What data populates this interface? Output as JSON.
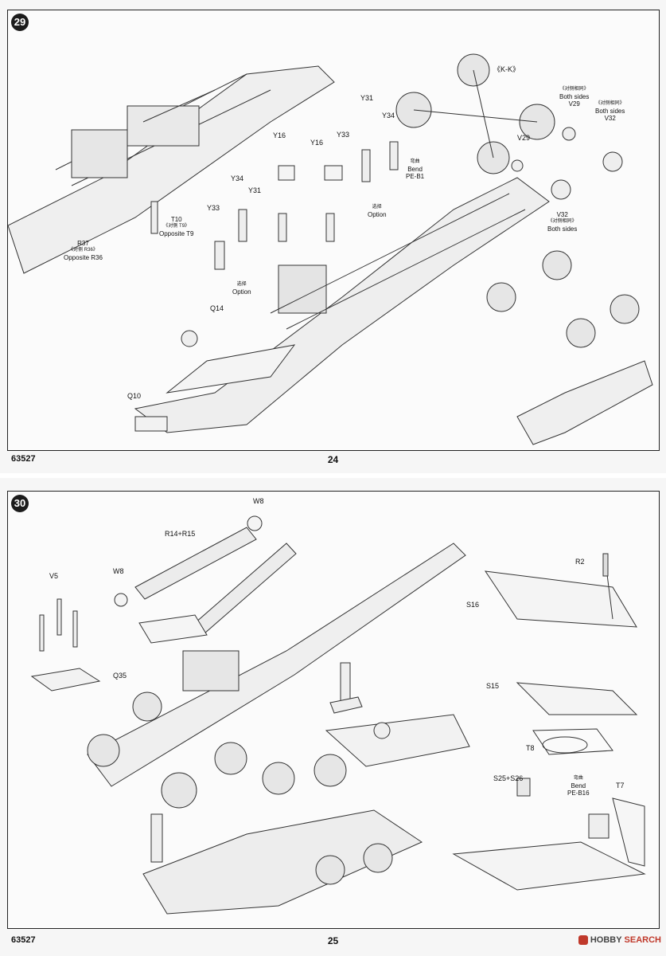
{
  "top_page": {
    "step": "29",
    "kit_number": "63527",
    "page_number": "24",
    "labels": {
      "kk": "《K-K》",
      "y31a": "Y31",
      "y34a": "Y34",
      "y16a": "Y16",
      "y16b": "Y16",
      "y33a": "Y33",
      "y34b": "Y34",
      "y31b": "Y31",
      "y33b": "Y33",
      "t10": "T10",
      "t10_cn": "《对侧 T9》",
      "t10_opp": "Opposite T9",
      "r37": "R37",
      "r37_cn": "《对侧 R36》",
      "r37_opp": "Opposite R36",
      "q14": "Q14",
      "q10": "Q10",
      "bend_cn": "弯曲",
      "bend": "Bend",
      "pe_b1": "PE-B1",
      "option1_cn": "选择",
      "option1": "Option",
      "option2_cn": "选择",
      "option2": "Option",
      "both1_cn": "《对侧相同》",
      "both1": "Both sides",
      "v29a": "V29",
      "both2_cn": "《对侧相同》",
      "both2": "Both sides",
      "v32a": "V32",
      "v29b": "V29",
      "v32b": "V32",
      "both3_cn": "《对侧相同》",
      "both3": "Both sides"
    }
  },
  "bottom_page": {
    "step": "30",
    "kit_number": "63527",
    "page_number": "25",
    "labels": {
      "w8a": "W8",
      "r14r15": "R14+R15",
      "w8b": "W8",
      "v5": "V5",
      "q35": "Q35",
      "r2": "R2",
      "s16": "S16",
      "s15": "S15",
      "t8": "T8",
      "s25s26": "S25+S26",
      "bend_cn": "弯曲",
      "bend": "Bend",
      "pe_b16": "PE-B16",
      "t7": "T7"
    }
  },
  "watermark": {
    "brand_dark": "HOBBY",
    "brand_light": "SEARCH"
  }
}
